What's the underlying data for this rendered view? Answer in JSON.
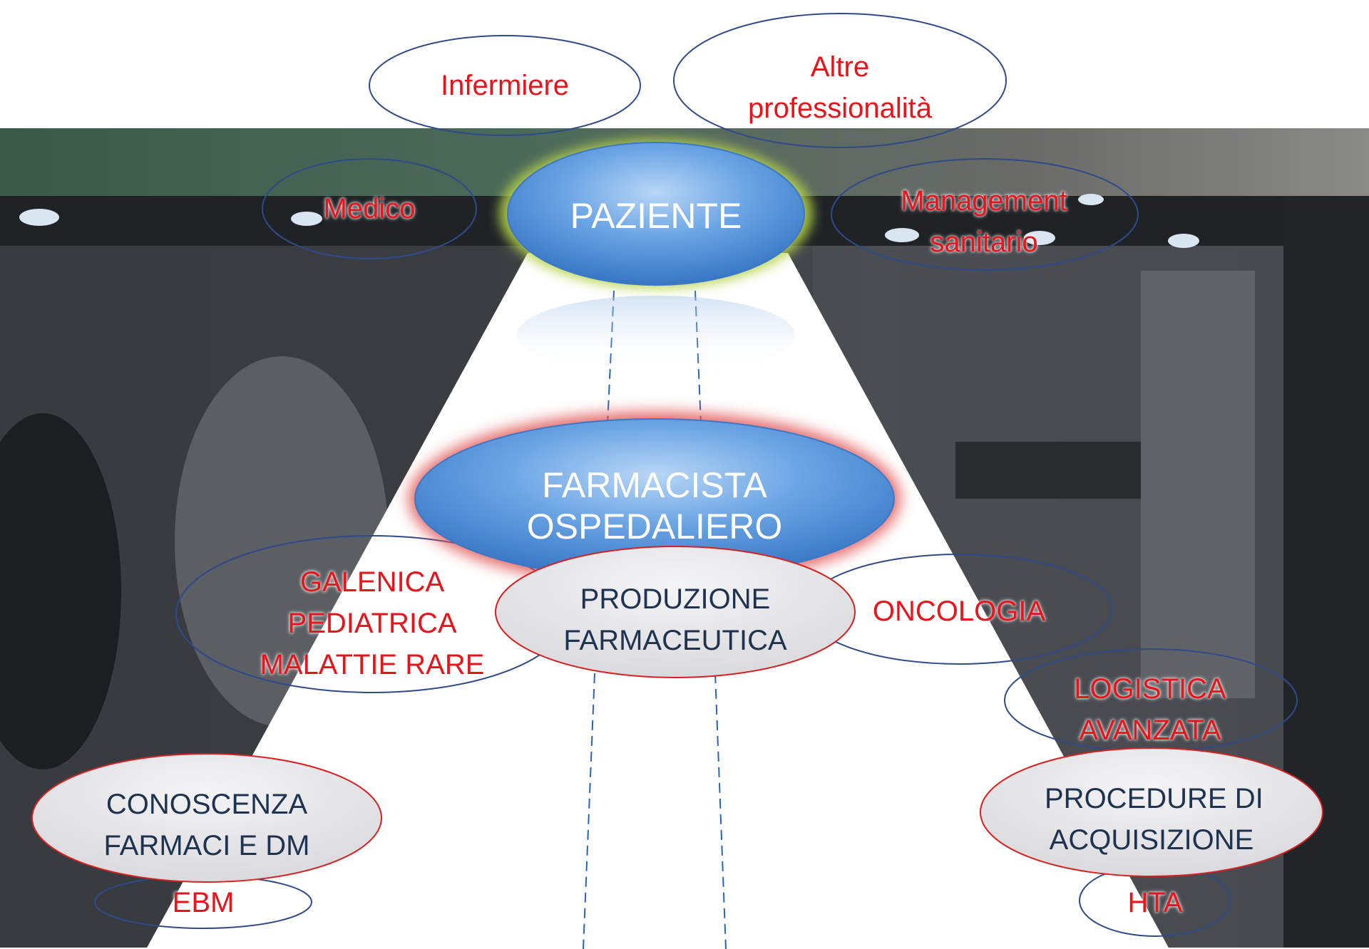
{
  "center": {
    "paziente": "PAZIENTE",
    "farmacista_line1": "FARMACISTA",
    "farmacista_line2": "OSPEDALIERO",
    "produzione_line1": "PRODUZIONE",
    "produzione_line2": "FARMACEUTICA"
  },
  "top_roles": {
    "infermiere": "Infermiere",
    "altre_line1": "Altre",
    "altre_line2": "professionalità",
    "medico": "Medico",
    "management_line1": "Management",
    "management_line2": "sanitario"
  },
  "areas": {
    "galenica_line1": "GALENICA",
    "galenica_line2": "PEDIATRICA",
    "galenica_line3": "MALATTIE RARE",
    "oncologia": "ONCOLOGIA",
    "logistica_line1": "LOGISTICA",
    "logistica_line2": "AVANZATA",
    "conoscenza_line1": "CONOSCENZA",
    "conoscenza_line2": "FARMACI E DM",
    "procedure_line1": "PROCEDURE DI",
    "procedure_line2": "ACQUISIZIONE",
    "ebm": "EBM",
    "hta": "HTA"
  },
  "colors": {
    "red_text": "#e8141c",
    "navy_text": "#1e3350",
    "blue_ellipse": "#4d8fd6",
    "grey_ellipse": "#e6e6e8",
    "outline_blue": "#2f4a8a",
    "outline_red": "#d82020"
  }
}
